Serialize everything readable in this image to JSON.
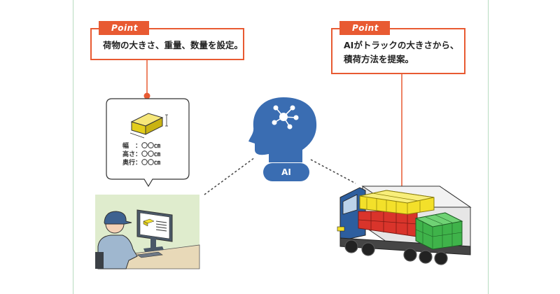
{
  "point_left": {
    "tab_label": "Point",
    "text": "荷物の大きさ、重量、数量を設定。"
  },
  "point_right": {
    "tab_label": "Point",
    "text": "AIがトラックの大きさから、\n積荷方法を提案。"
  },
  "spec_card": {
    "lines": [
      "幅　：〇〇㎝",
      "高さ：〇〇㎝",
      "奥行：〇〇㎝"
    ]
  },
  "ai_badge": {
    "label": "AI"
  },
  "colors": {
    "accent": "#e85a32",
    "ai_blue": "#3a6db2",
    "cargo_yellow": "#f3e02a",
    "cargo_red": "#d9342b",
    "cargo_green": "#3fb34a",
    "frame_green": "#b7dcc0"
  }
}
